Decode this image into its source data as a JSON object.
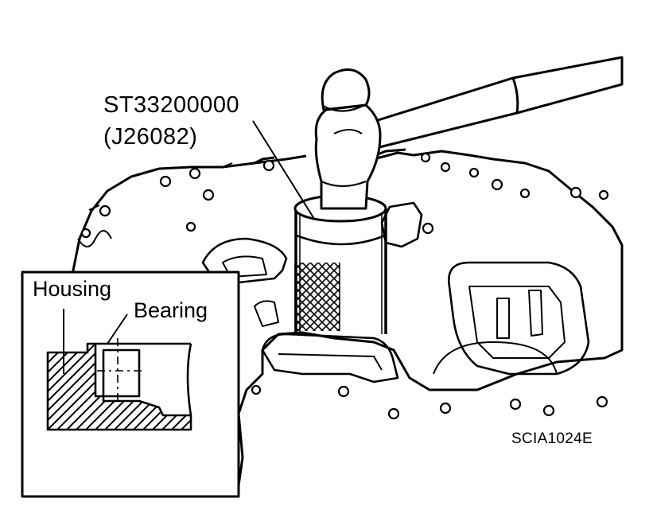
{
  "labels": {
    "tool_number": "ST33200000",
    "tool_alt_number": "(J26082)",
    "housing": "Housing",
    "bearing": "Bearing",
    "figure_code": "SCIA1024E"
  },
  "colors": {
    "line": "#000000",
    "background": "#ffffff"
  }
}
